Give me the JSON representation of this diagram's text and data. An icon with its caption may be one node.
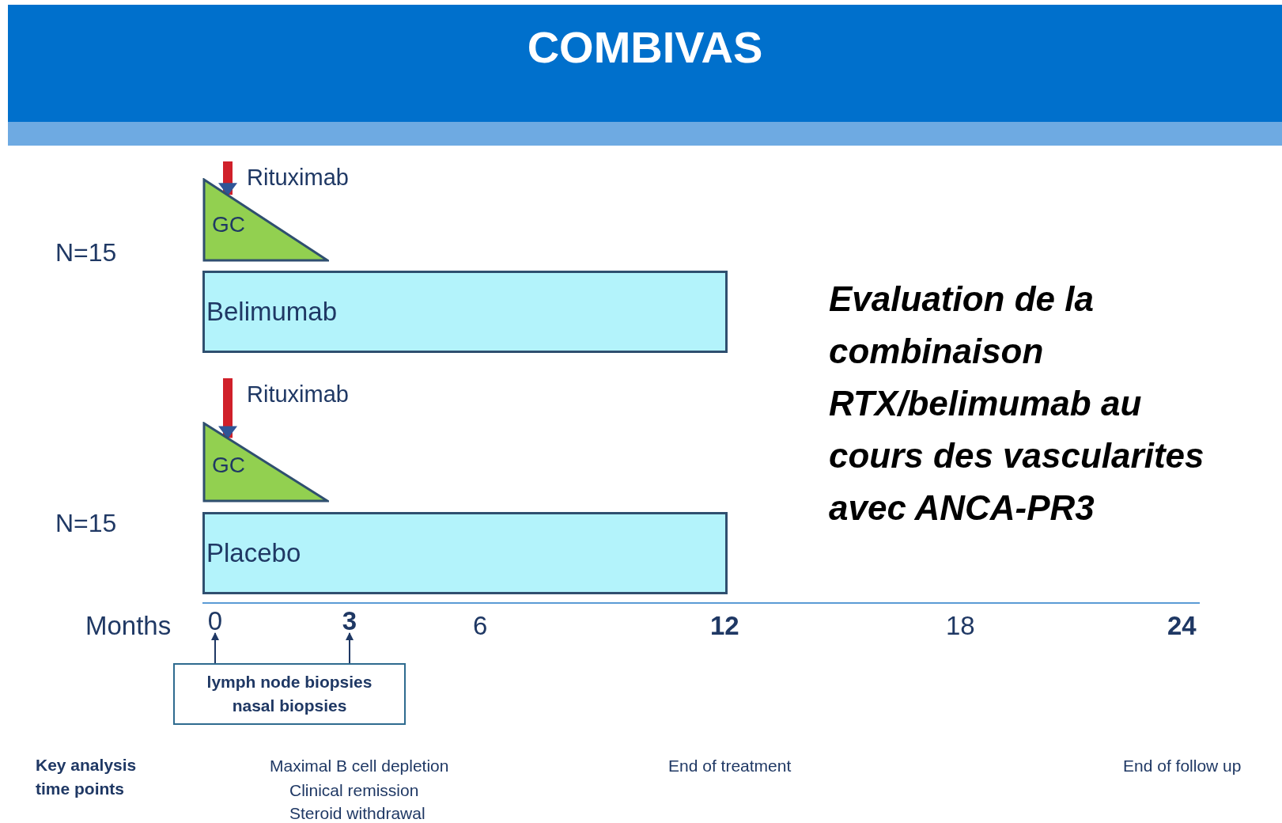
{
  "diagram": {
    "title": "COMBIVAS",
    "nodes": [
      {
        "text": [
          "GC"
        ]
      },
      {
        "text": [
          "Belimumab"
        ]
      },
      {
        "text": [
          "GC"
        ]
      },
      {
        "text": [
          "Placebo"
        ]
      },
      {
        "text": [
          "0"
        ]
      },
      {
        "text": [
          "3"
        ]
      },
      {
        "text": [
          "lymph node biopsies nasal biopsies"
        ]
      }
    ],
    "edges": [
      {
        "from": null,
        "to": 0,
        "arrow": "to",
        "label": "Rituximab",
        "style": "thick",
        "color": "#d0202a"
      },
      {
        "from": null,
        "to": 2,
        "arrow": "to",
        "label": "Rituximab",
        "style": "thick",
        "color": "#d0202a"
      },
      {
        "from": 6,
        "to": 4,
        "arrow": "to",
        "color": "#1f3864"
      },
      {
        "from": 6,
        "to": 5,
        "arrow": "to",
        "color": "#1f3864"
      }
    ],
    "labels": [
      "N=15",
      "N=15",
      "Evaluation de la combinaison RTX/belimumab au cours des vascularites avec ANCA-PR3",
      "Months",
      "6",
      "12",
      "18",
      "24",
      "Key analysis time points",
      "Maximal B cell depletion",
      "Clinical remission",
      "Steroid withdrawal",
      "End of treatment",
      "End of follow up"
    ]
  }
}
